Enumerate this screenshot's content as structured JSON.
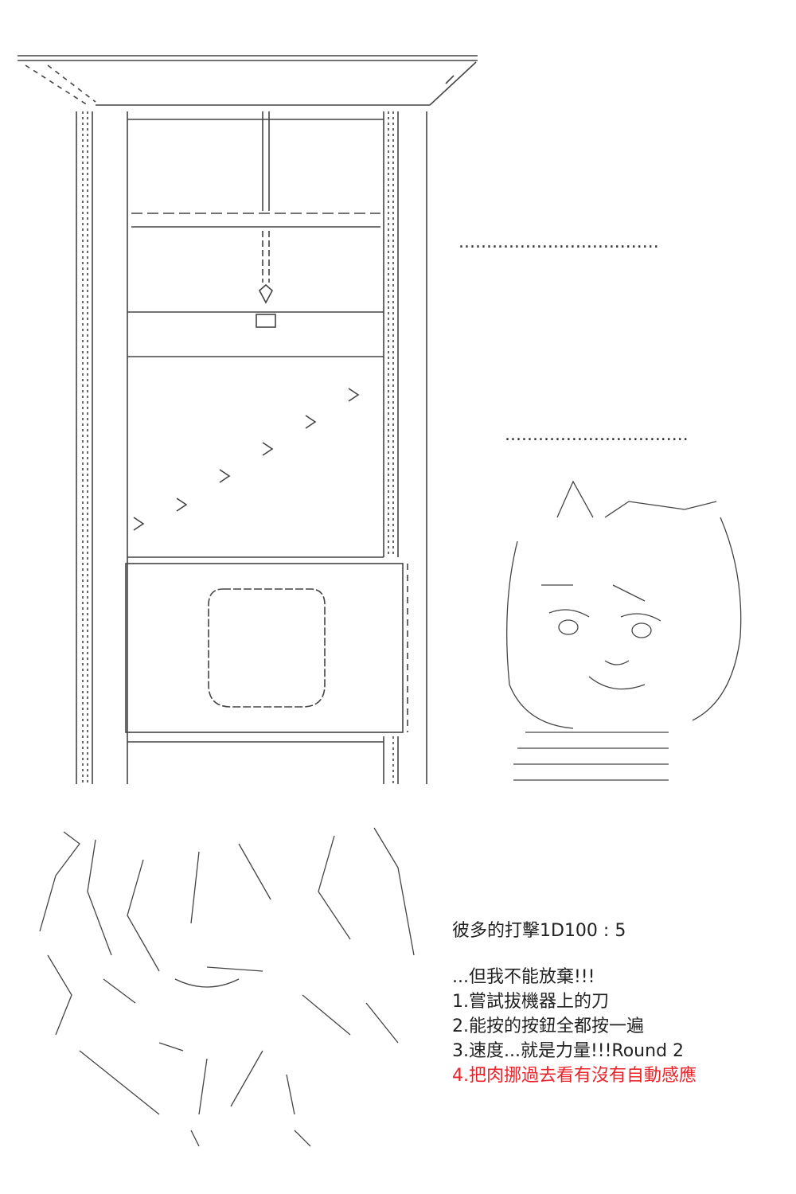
{
  "dots": [
    "....................................",
    "................................."
  ],
  "roll": "彼多的打擊1D100 : 5",
  "choices": [
    {
      "text": "...但我不能放棄!!!",
      "highlight": false
    },
    {
      "text": "1.嘗試拔機器上的刀",
      "highlight": false
    },
    {
      "text": "2.能按的按鈕全都按一遍",
      "highlight": false
    },
    {
      "text": "3.速度...就是力量!!!Round 2",
      "highlight": false
    },
    {
      "text": "4.把肉挪過去看有沒有自動感應",
      "highlight": true
    }
  ],
  "colors": {
    "ink": "#222222",
    "highlight": "#e8242a",
    "background": "#ffffff"
  }
}
